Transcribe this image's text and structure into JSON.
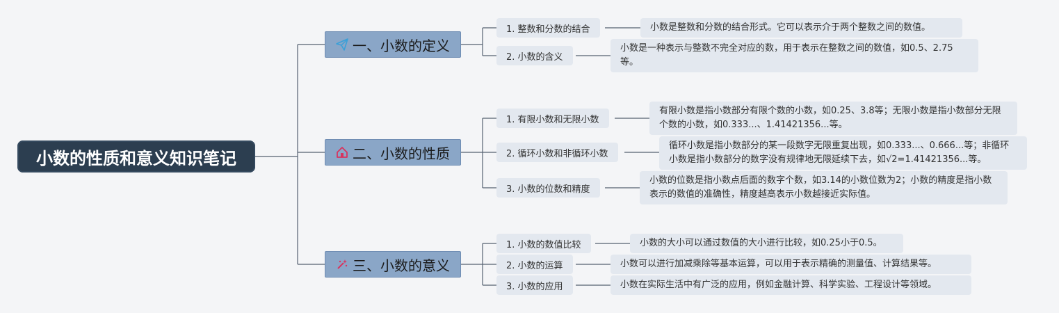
{
  "root": {
    "title": "小数的性质和意义知识笔记"
  },
  "branches": [
    {
      "label": "一、小数的定义",
      "icon": "paper-plane-icon",
      "color": "#3aa0d8",
      "items": [
        {
          "label": "1. 整数和分数的结合",
          "detail": "小数是整数和分数的结合形式。它可以表示介于两个整数之间的数值。"
        },
        {
          "label": "2. 小数的含义",
          "detail": "小数是一种表示与整数不完全对应的数，用于表示在整数之间的数值，如0.5、2.75等。"
        }
      ]
    },
    {
      "label": "二、小数的性质",
      "icon": "home-icon",
      "color": "#d8345f",
      "items": [
        {
          "label": "1. 有限小数和无限小数",
          "detail": "有限小数是指小数部分有限个数的小数，如0.25、3.8等；无限小数是指小数部分无限个数的小数，如0.333...、1.41421356...等。"
        },
        {
          "label": "2. 循环小数和非循环小数",
          "detail": "循环小数是指小数部分的某一段数字无限重复出现，如0.333...、0.666...等；非循环小数是指小数部分的数字没有规律地无限延续下去，如√2=1.41421356...等。"
        },
        {
          "label": "3. 小数的位数和精度",
          "detail": "小数的位数是指小数点后面的数字个数，如3.14的小数位数为2；小数的精度是指小数表示的数值的准确性，精度越高表示小数越接近实际值。"
        }
      ]
    },
    {
      "label": "三、小数的意义",
      "icon": "magic-wand-icon",
      "color": "#d8345f",
      "items": [
        {
          "label": "1. 小数的数值比较",
          "detail": "小数的大小可以通过数值的大小进行比较，如0.25小于0.5。"
        },
        {
          "label": "2. 小数的运算",
          "detail": "小数可以进行加减乘除等基本运算，可以用于表示精确的测量值、计算结果等。"
        },
        {
          "label": "3. 小数的应用",
          "detail": "小数在实际生活中有广泛的应用，例如金融计算、科学实验、工程设计等领域。"
        }
      ]
    }
  ]
}
